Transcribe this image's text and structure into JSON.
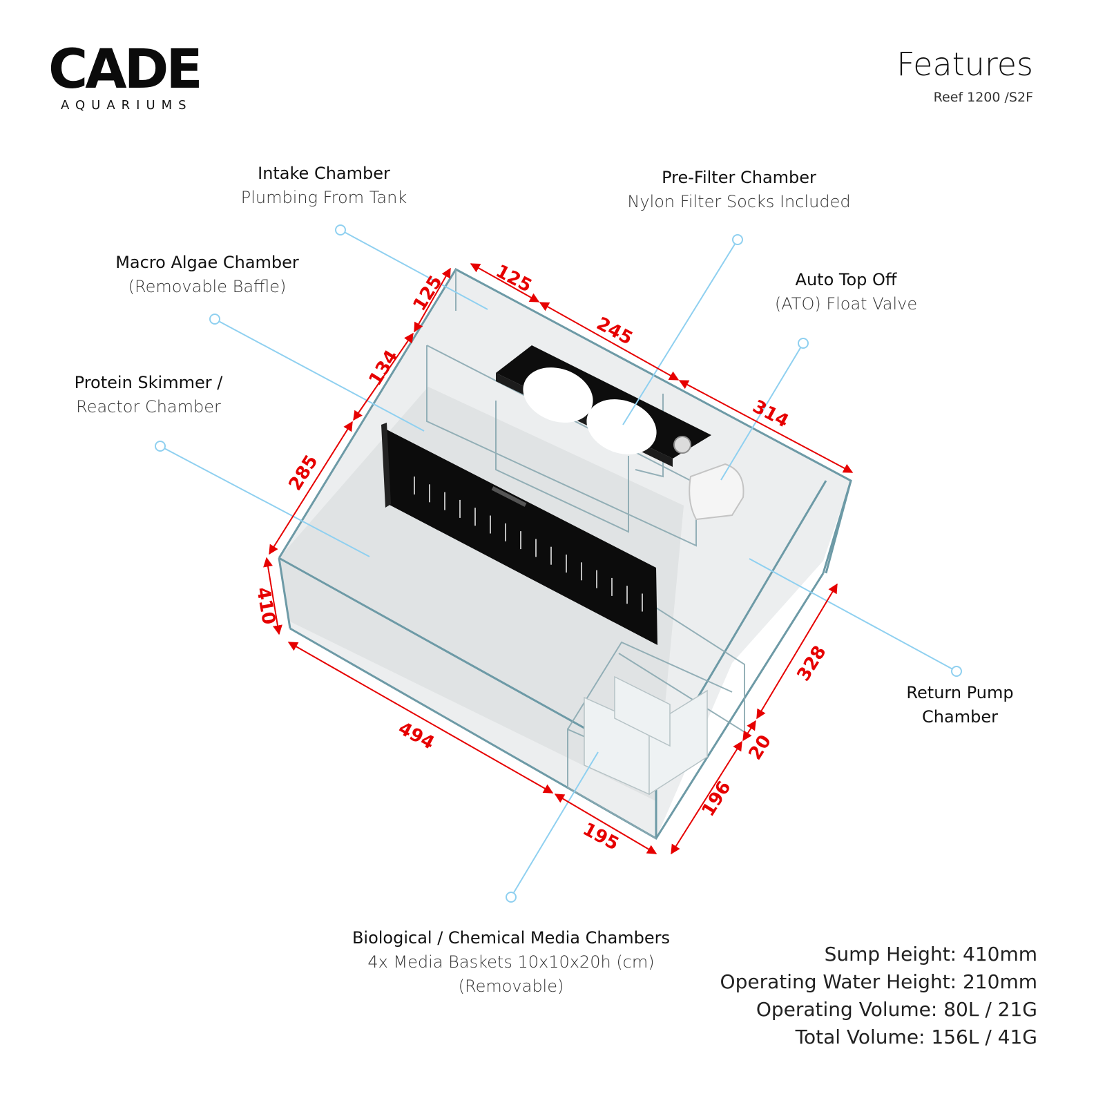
{
  "brand": {
    "name": "CADE",
    "sub": "AQUARIUMS"
  },
  "header": {
    "title": "Features",
    "subtitle": "Reef 1200 /S2F"
  },
  "callouts": [
    {
      "id": "intake",
      "title": "Intake Chamber",
      "sub": "Plumbing From Tank"
    },
    {
      "id": "prefilter",
      "title": "Pre-Filter Chamber",
      "sub": "Nylon Filter Socks Included"
    },
    {
      "id": "macro",
      "title": "Macro Algae Chamber",
      "sub": "(Removable Baffle)"
    },
    {
      "id": "ato",
      "title": "Auto Top Off",
      "sub": "(ATO) Float Valve"
    },
    {
      "id": "skimmer",
      "title": "Protein Skimmer /",
      "sub": "Reactor Chamber"
    },
    {
      "id": "return",
      "title": "Return Pump",
      "sub": "Chamber"
    },
    {
      "id": "media",
      "title": "Biological / Chemical Media Chambers",
      "sub": "4x Media Baskets 10x10x20h (cm)",
      "sub2": "(Removable)"
    }
  ],
  "dimensions": {
    "d125a": "125",
    "d125b": "125",
    "d245": "245",
    "d314": "314",
    "d134": "134",
    "d285": "285",
    "d410": "410",
    "d494": "494",
    "d195": "195",
    "d196": "196",
    "d20": "20",
    "d328": "328"
  },
  "specs": [
    "Sump Height:  410mm",
    "Operating Water Height:  210mm",
    "Operating Volume:  80L / 21G",
    "Total Volume: 156L / 41G"
  ],
  "colors": {
    "dimension": "#e60000",
    "leader": "#8fd0f0",
    "glass": "#6d9aa6",
    "floor": "#e4e6e7",
    "baffle": "#0c0c0c"
  }
}
